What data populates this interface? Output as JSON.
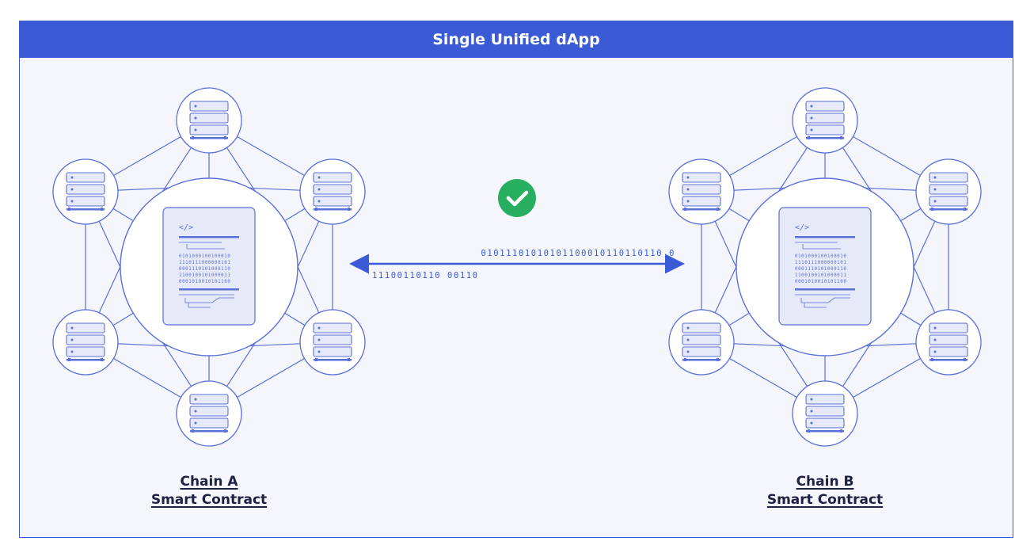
{
  "header": {
    "title": "Single Unified dApp"
  },
  "chains": [
    {
      "name": "Chain A",
      "subtitle": "Smart Contract"
    },
    {
      "name": "Chain B",
      "subtitle": "Smart Contract"
    }
  ],
  "bridge": {
    "upper_bits": "01011101010101100010110110110 0",
    "lower_bits": "11100110110 00110",
    "status_icon": "check-circle-icon"
  },
  "contract_doc": {
    "code_icon": "</>",
    "binary_lines": [
      "0101000100100010",
      "1110111000000101",
      "0001110101000110",
      "1100100101000011",
      "0001010010101100"
    ]
  },
  "colors": {
    "accent": "#3b5bd6",
    "line": "#5b6fd8",
    "success": "#27ae60",
    "background": "#f4f6fc"
  }
}
